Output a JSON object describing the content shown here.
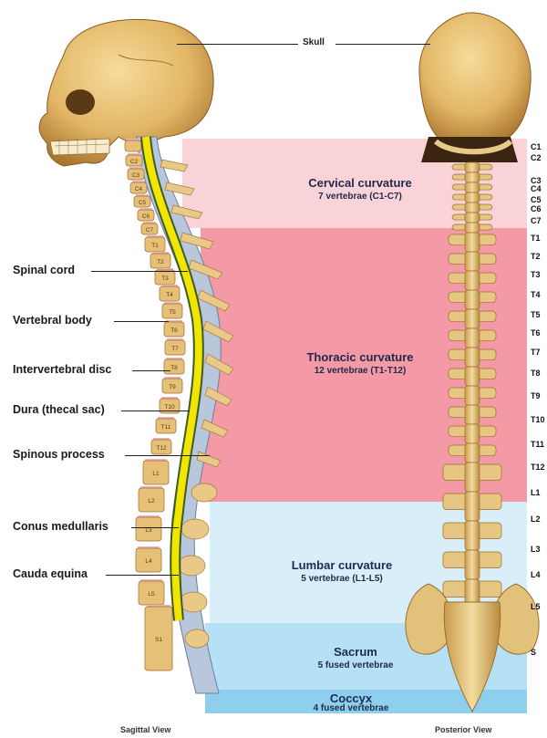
{
  "skull_label": "Skull",
  "regions": [
    {
      "title": "Cervical curvature",
      "subtitle": "7 vertebrae (C1-C7)",
      "color": "#f9d3d8"
    },
    {
      "title": "Thoracic curvature",
      "subtitle": "12 vertebrae (T1-T12)",
      "color": "#f49aa6"
    },
    {
      "title": "Lumbar curvature",
      "subtitle": "5 vertebrae (L1-L5)",
      "color": "#d8eef9"
    },
    {
      "title": "Sacrum",
      "subtitle": "5 fused vertebrae",
      "color": "#b6e0f4"
    },
    {
      "title": "Coccyx",
      "subtitle": "4 fused vertebrae",
      "color": "#8fcfee"
    }
  ],
  "left_labels": [
    "Spinal cord",
    "Vertebral body",
    "Intervertebral disc",
    "Dura (thecal sac)",
    "Spinous process",
    "Conus medullaris",
    "Cauda equina"
  ],
  "vertebra_labels": [
    "C1",
    "C2",
    "C3",
    "C4",
    "C5",
    "C6",
    "C7",
    "T1",
    "T2",
    "T3",
    "T4",
    "T5",
    "T6",
    "T7",
    "T8",
    "T9",
    "T10",
    "T11",
    "T12",
    "L1",
    "L2",
    "L3",
    "L4",
    "L5",
    "S"
  ],
  "sagittal_labels": [
    "C2",
    "C3",
    "C4",
    "C5",
    "C6",
    "C7",
    "T1",
    "T2",
    "T3",
    "T4",
    "T5",
    "T6",
    "T7",
    "T8",
    "T9",
    "T10",
    "T11",
    "T12",
    "L1",
    "L2",
    "L3",
    "L4",
    "L5",
    "S1"
  ],
  "captions": {
    "left": "Sagittal View",
    "right": "Posterior View"
  },
  "colors": {
    "bone": "#e2c27a",
    "bone_dark": "#b8863a",
    "cord": "#f2e600",
    "dura": "#8fa0b8",
    "disc": "#f0b3c0",
    "text": "#1e2a4a"
  }
}
